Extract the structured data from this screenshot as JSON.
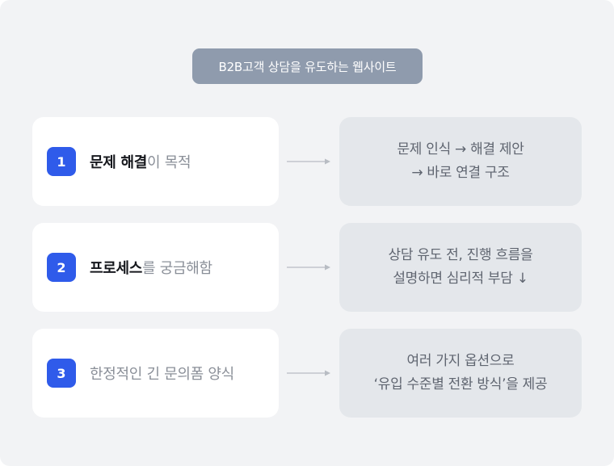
{
  "header": {
    "title": "B2B고객 상담을 유도하는 웹사이트"
  },
  "colors": {
    "panel_bg": "#f2f3f5",
    "header_bg": "#8f9bad",
    "badge_blue": "#2f5bea",
    "right_card_bg": "#e4e7eb",
    "text_strong": "#16181d",
    "text_muted": "#8a8f98"
  },
  "rows": [
    {
      "number": "1",
      "label_strong": "문제 해결",
      "label_muted": "이 목적",
      "result_line1": "문제 인식 → 해결 제안",
      "result_line2": "→ 바로 연결 구조"
    },
    {
      "number": "2",
      "label_strong": "프로세스",
      "label_muted": "를 궁금해함",
      "result_line1": "상담 유도 전, 진행 흐름을",
      "result_line2": "설명하면 심리적 부담 ↓"
    },
    {
      "number": "3",
      "label_strong": "",
      "label_muted": "한정적인 긴 문의폼 양식",
      "result_line1": "여러 가지 옵션으로",
      "result_line2": "‘유입 수준별 전환 방식’을 제공"
    }
  ]
}
